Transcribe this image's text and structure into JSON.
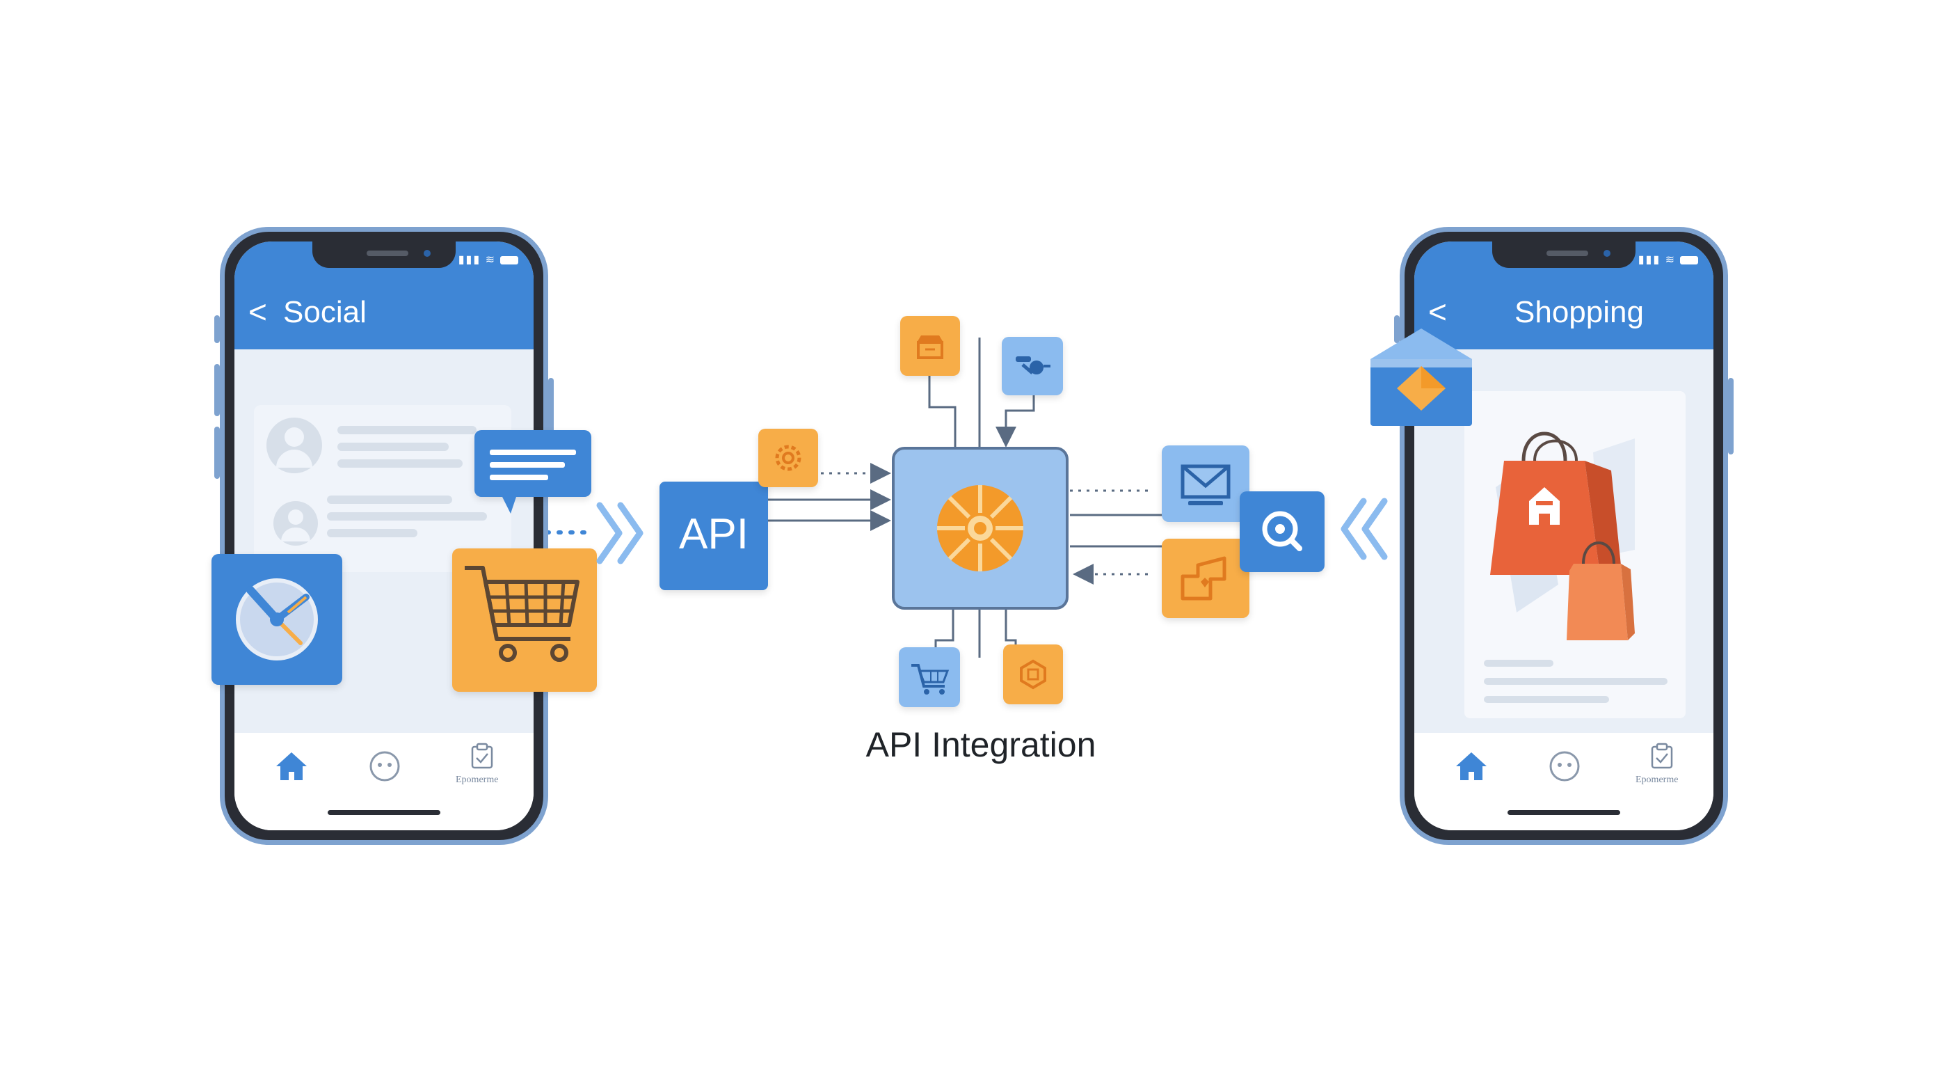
{
  "left_phone": {
    "title": "Social",
    "back_label": "<",
    "tab_label": "Ероmerme"
  },
  "right_phone": {
    "title": "Shopping",
    "back_label": "<",
    "tab_label": "Ероmerme"
  },
  "api_badge": {
    "label": "API"
  },
  "caption": "API Integration",
  "colors": {
    "primary_blue": "#3f86d6",
    "light_blue": "#8bbbef",
    "orange": "#f7ad48",
    "red_orange": "#e8633a",
    "hub_fill": "#9cc3ee"
  },
  "icons": [
    "chat-bubble-icon",
    "compass-icon",
    "shopping-cart-icon",
    "chevron-right-icon",
    "hub-gear-icon",
    "store-icon",
    "drone-icon",
    "gear-badge-icon",
    "cart-small-icon",
    "coupon-icon",
    "mail-icon",
    "map-icon",
    "search-icon",
    "chevron-left-icon",
    "shopping-bags-icon",
    "diamond-box-icon",
    "home-icon",
    "smiley-icon",
    "clipboard-icon"
  ]
}
